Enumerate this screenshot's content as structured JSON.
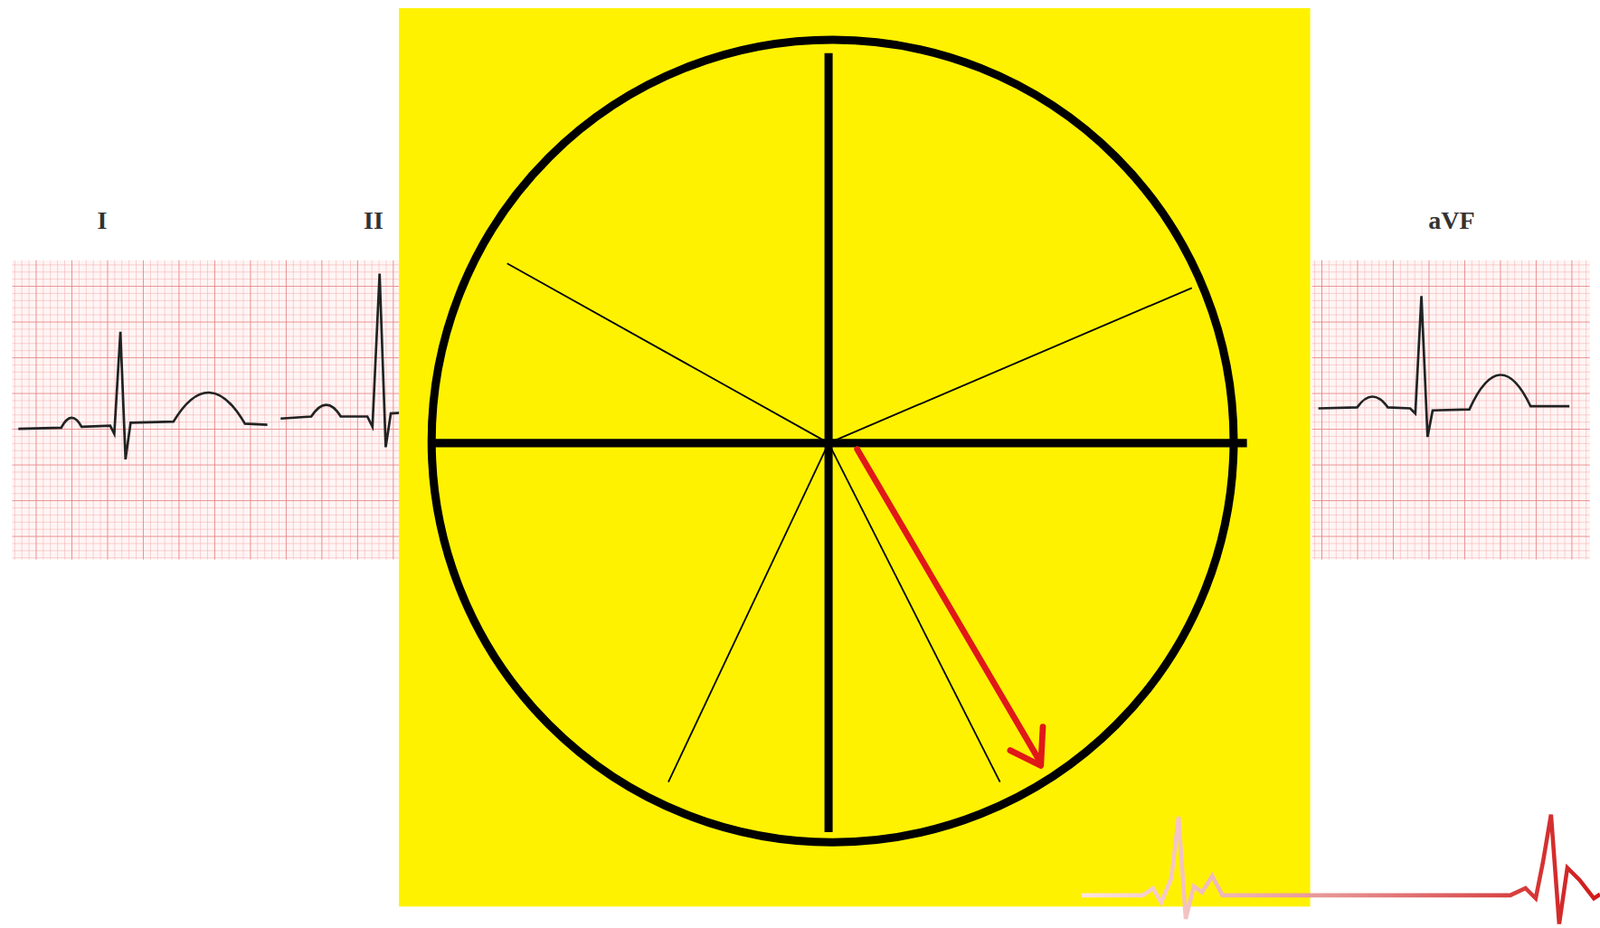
{
  "diagram": {
    "labels": [
      "I",
      "II",
      "aVF"
    ]
  }
}
